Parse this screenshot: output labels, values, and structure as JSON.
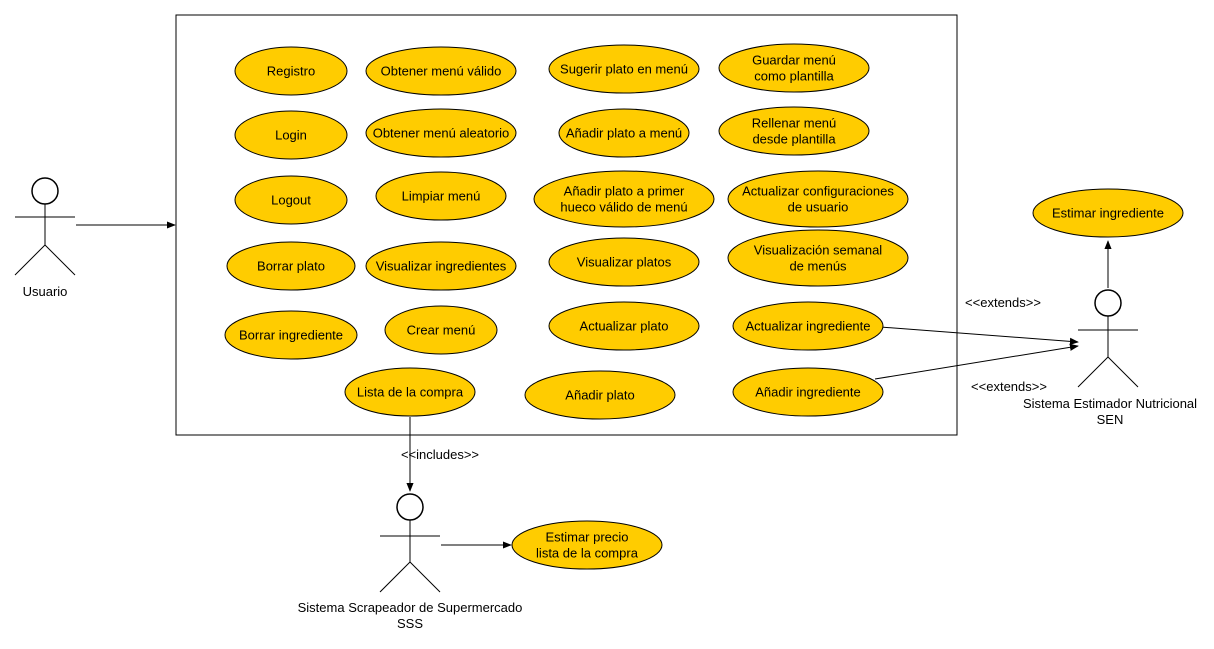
{
  "colors": {
    "usecase_fill": "#ffcc00",
    "stroke": "#000000",
    "background": "#ffffff"
  },
  "actors": {
    "usuario": "Usuario",
    "sen": [
      "Sistema Estimador Nutricional",
      "SEN"
    ],
    "sss": [
      "Sistema Scrapeador de Supermercado",
      "SSS"
    ]
  },
  "use_cases": {
    "registro": [
      "Registro"
    ],
    "login": [
      "Login"
    ],
    "logout": [
      "Logout"
    ],
    "borrar_plato": [
      "Borrar plato"
    ],
    "borrar_ingrediente": [
      "Borrar ingrediente"
    ],
    "obtener_menu_valido": [
      "Obtener menú válido"
    ],
    "obtener_menu_aleatorio": [
      "Obtener menú aleatorio"
    ],
    "limpiar_menu": [
      "Limpiar menú"
    ],
    "visualizar_ingredientes": [
      "Visualizar ingredientes"
    ],
    "crear_menu": [
      "Crear menú"
    ],
    "lista_compra": [
      "Lista de la compra"
    ],
    "sugerir_plato": [
      "Sugerir plato en menú"
    ],
    "anadir_plato_menu": [
      "Añadir plato a menú"
    ],
    "anadir_plato_hueco": [
      "Añadir plato a primer",
      "hueco válido de menú"
    ],
    "visualizar_platos": [
      "Visualizar platos"
    ],
    "actualizar_plato": [
      "Actualizar plato"
    ],
    "anadir_plato": [
      "Añadir plato"
    ],
    "guardar_menu": [
      "Guardar menú",
      "como plantilla"
    ],
    "rellenar_menu": [
      "Rellenar menú",
      "desde plantilla"
    ],
    "actualizar_config": [
      "Actualizar configuraciones",
      "de usuario"
    ],
    "visualizacion_semanal": [
      "Visualización semanal",
      "de menús"
    ],
    "actualizar_ingrediente": [
      "Actualizar ingrediente"
    ],
    "anadir_ingrediente": [
      "Añadir ingrediente"
    ],
    "estimar_ingrediente": [
      "Estimar ingrediente"
    ],
    "estimar_precio": [
      "Estimar precio",
      "lista de la compra"
    ]
  },
  "relation_labels": {
    "includes": "<<includes>>",
    "extends_1": "<<extends>>",
    "extends_2": "<<extends>>"
  }
}
